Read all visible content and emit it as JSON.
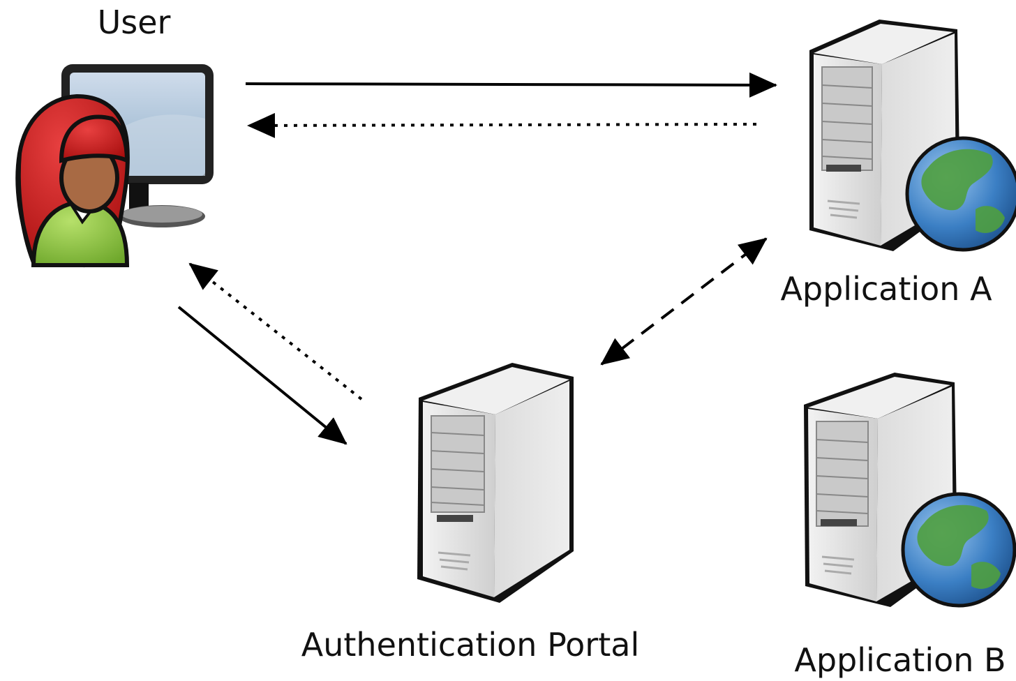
{
  "nodes": {
    "user": {
      "label": "User",
      "icon": "user-at-computer-icon"
    },
    "app_a": {
      "label": "Application A",
      "icon": "web-server-icon"
    },
    "app_b": {
      "label": "Application B",
      "icon": "web-server-icon"
    },
    "auth": {
      "label": "Authentication Portal",
      "icon": "server-icon"
    }
  },
  "connections": [
    {
      "from": "user",
      "to": "app_a",
      "style": "solid"
    },
    {
      "from": "app_a",
      "to": "user",
      "style": "dotted"
    },
    {
      "from": "user",
      "to": "auth",
      "style": "solid"
    },
    {
      "from": "auth",
      "to": "user",
      "style": "dotted"
    },
    {
      "from": "auth",
      "to": "app_a",
      "style": "dashed",
      "bidirectional": true
    }
  ],
  "colors": {
    "hair": "#cc1f1f",
    "skin": "#a86a44",
    "shirt": "#8dc63f",
    "screen": "#a9c4de",
    "server_body": "#e0e0e0",
    "globe_ocean": "#3b7fc4",
    "globe_land": "#4f9e3f"
  }
}
